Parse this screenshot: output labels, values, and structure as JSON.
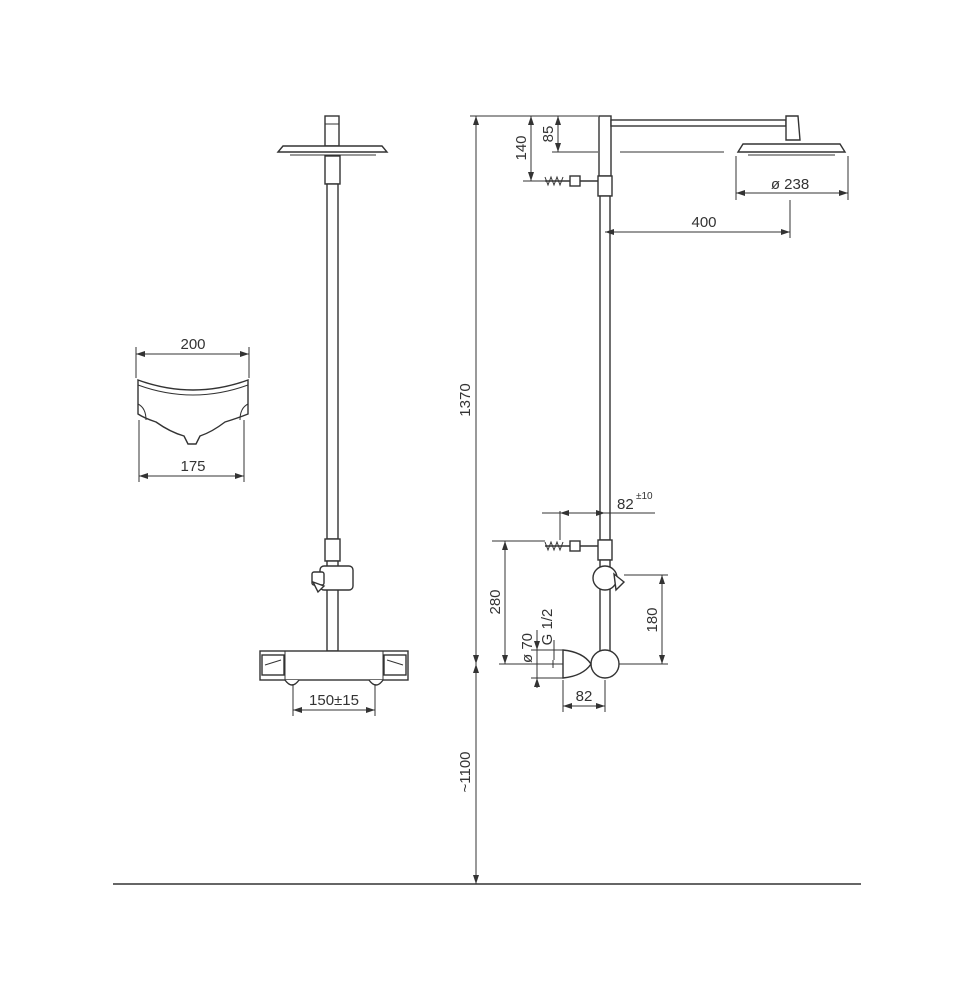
{
  "drawing": {
    "front_view": {
      "valve_spacing": "150±15"
    },
    "top_view": {
      "width_top": "200",
      "width_bottom": "175"
    },
    "side_view": {
      "height_to_arm": "140",
      "arm_offset": "85",
      "showerhead_diameter": "ø 238",
      "arm_length": "400",
      "total_height": "1370",
      "bracket_offset": "82",
      "bracket_tolerance": "±10",
      "inlet_to_bracket": "280",
      "escutcheon_diameter": "ø 70",
      "thread": "G 1/2",
      "valve_center_to_holder": "180",
      "valve_depth": "82",
      "floor_height": "~1100"
    }
  }
}
